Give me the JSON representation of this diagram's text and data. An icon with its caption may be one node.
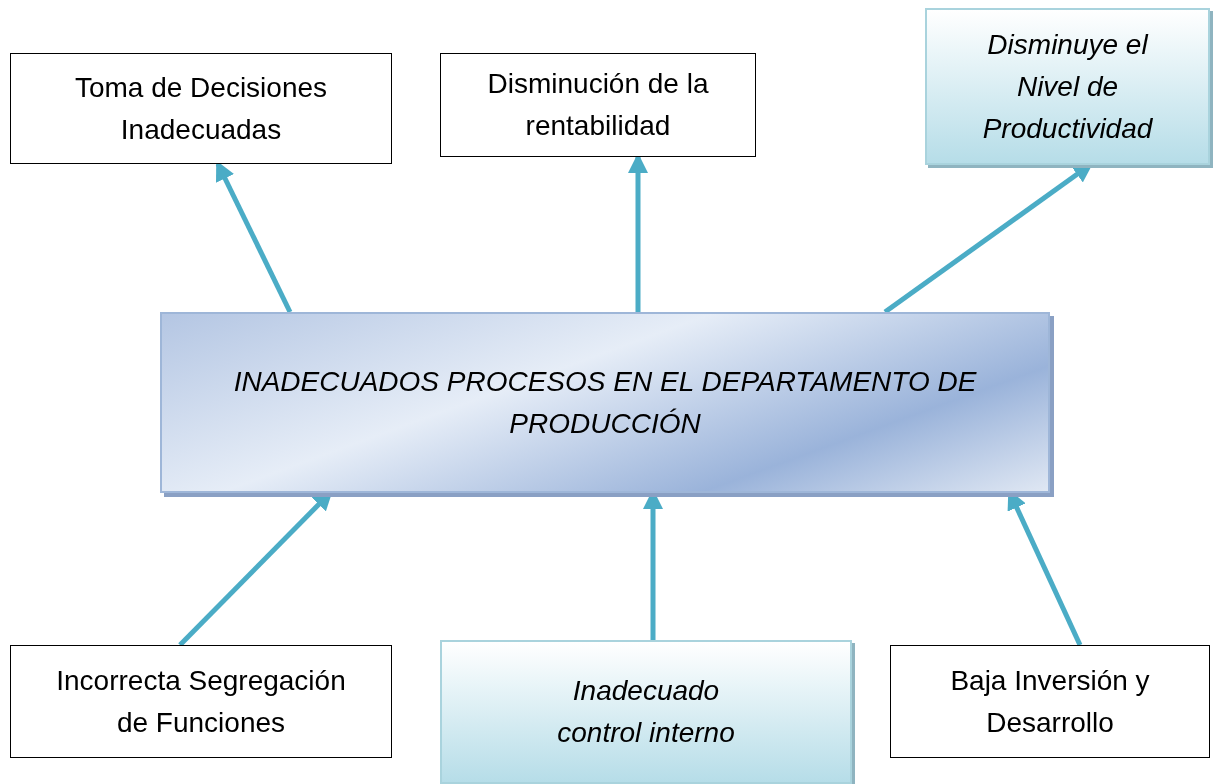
{
  "diagram": {
    "nodes": [
      {
        "text": [
          "Toma de Decisiones Inadecuadas"
        ]
      },
      {
        "text": [
          "Disminución de la rentabilidad"
        ]
      },
      {
        "text": [
          "Disminuye el Nivel de Productividad"
        ]
      },
      {
        "text": [
          "INADECUADOS PROCESOS EN EL DEPARTAMENTO DE PRODUCCIÓN"
        ]
      },
      {
        "text": [
          "Incorrecta Segregación de Funciones"
        ]
      },
      {
        "text": [
          "Inadecuado control interno"
        ]
      },
      {
        "text": [
          "Baja Inversión y Desarrollo"
        ]
      }
    ],
    "edges": [
      {
        "from": 3,
        "to": 0,
        "arrow": "to"
      },
      {
        "from": 3,
        "to": 1,
        "arrow": "to"
      },
      {
        "from": 3,
        "to": 2,
        "arrow": "to"
      },
      {
        "from": 4,
        "to": 3,
        "arrow": "to"
      },
      {
        "from": 5,
        "to": 3,
        "arrow": "to"
      },
      {
        "from": 6,
        "to": 3,
        "arrow": "to"
      }
    ]
  }
}
